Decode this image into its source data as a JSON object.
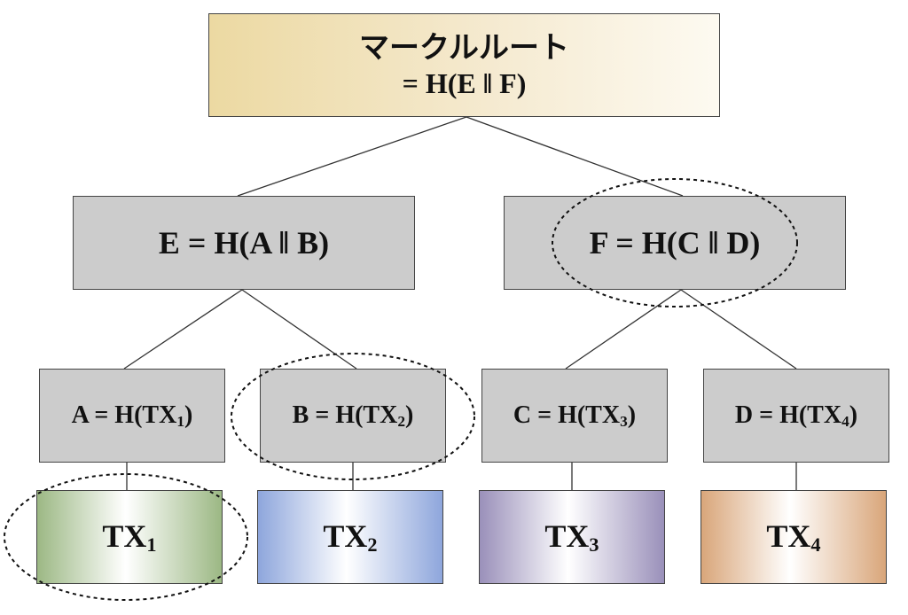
{
  "root": {
    "title": "マークルルート",
    "formula": "= H(E ‖ F)"
  },
  "level1": {
    "e": "E = H(A ‖ B)",
    "f": "F = H(C ‖ D)"
  },
  "level2": [
    {
      "prefix": "A = H(TX",
      "sub": "1",
      "suffix": ")"
    },
    {
      "prefix": "B = H(TX",
      "sub": "2",
      "suffix": ")"
    },
    {
      "prefix": "C = H(TX",
      "sub": "3",
      "suffix": ")"
    },
    {
      "prefix": "D = H(TX",
      "sub": "4",
      "suffix": ")"
    }
  ],
  "transactions": [
    {
      "base": "TX",
      "sub": "1"
    },
    {
      "base": "TX",
      "sub": "2"
    },
    {
      "base": "TX",
      "sub": "3"
    },
    {
      "base": "TX",
      "sub": "4"
    }
  ],
  "colors": {
    "root_gradient": "#ecd9a2",
    "hash_node": "#cccccc",
    "tx1": "#9cb884",
    "tx2": "#8ea6dc",
    "tx3": "#9a90ba",
    "tx4": "#d9a67a"
  }
}
